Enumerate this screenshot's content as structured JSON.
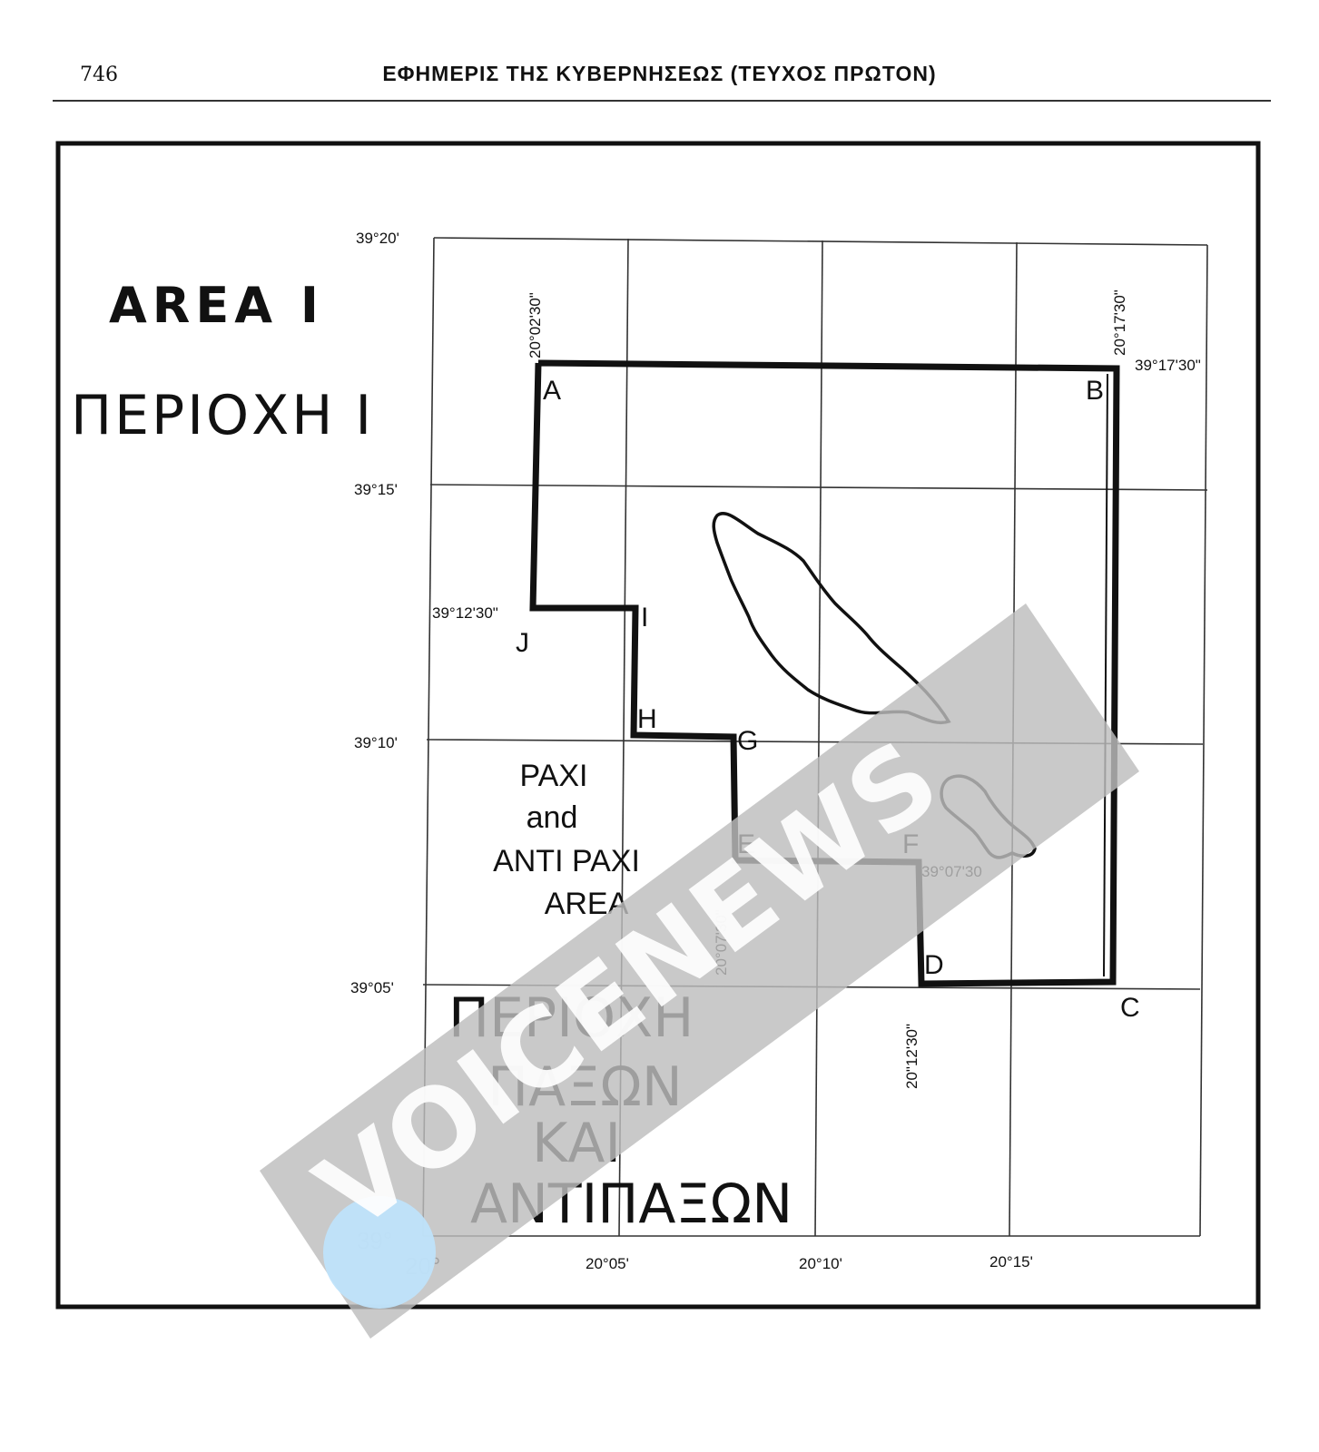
{
  "header": {
    "page_number": "746",
    "journal_title": "ΕΦΗΜΕΡΙΣ ΤΗΣ ΚΥΒΕΡΝΗΣΕΩΣ (ΤΕΥΧΟΣ ΠΡΩΤΟΝ)"
  },
  "map": {
    "title_en": "AREA I",
    "title_gr": "ΠΕΡΙΟΧΗ I",
    "lat_labels": [
      "39°20'",
      "39°15'",
      "39°10'",
      "39°05'",
      "39°"
    ],
    "lon_labels": [
      "20°",
      "20°05'",
      "20°10'",
      "20°15'"
    ],
    "points": [
      {
        "id": "A",
        "label": "A"
      },
      {
        "id": "B",
        "label": "B"
      },
      {
        "id": "C",
        "label": "C"
      },
      {
        "id": "D",
        "label": "D"
      },
      {
        "id": "E",
        "label": "E"
      },
      {
        "id": "F",
        "label": "F"
      },
      {
        "id": "G",
        "label": "G"
      },
      {
        "id": "H",
        "label": "H"
      },
      {
        "id": "I",
        "label": "I"
      },
      {
        "id": "J",
        "label": "J"
      }
    ],
    "coord_annotations": {
      "lon_a": "20°02'30\"",
      "lon_b": "20°17'30\"",
      "lat_b": "39°17'30\"",
      "lat_j": "39°12'30\"",
      "lat_f": "39°07'30",
      "lon_e": "20°07'30\"",
      "lon_d": "20\"12'30\""
    },
    "area_label_en": [
      "PAXI",
      "and",
      "ANTI PAXI",
      "AREA"
    ],
    "area_label_gr": [
      "ΠΕΡΙΟΧΗ",
      "ΠΑΞΩΝ",
      "ΚΑΙ",
      "ΑΝΤΙΠΑΞΩΝ"
    ]
  },
  "watermark": {
    "text": "VOICENEWS",
    "colors": {
      "band": "#bdbdbd",
      "circle": "#bfe3fb",
      "letters": "#ffffff"
    }
  }
}
